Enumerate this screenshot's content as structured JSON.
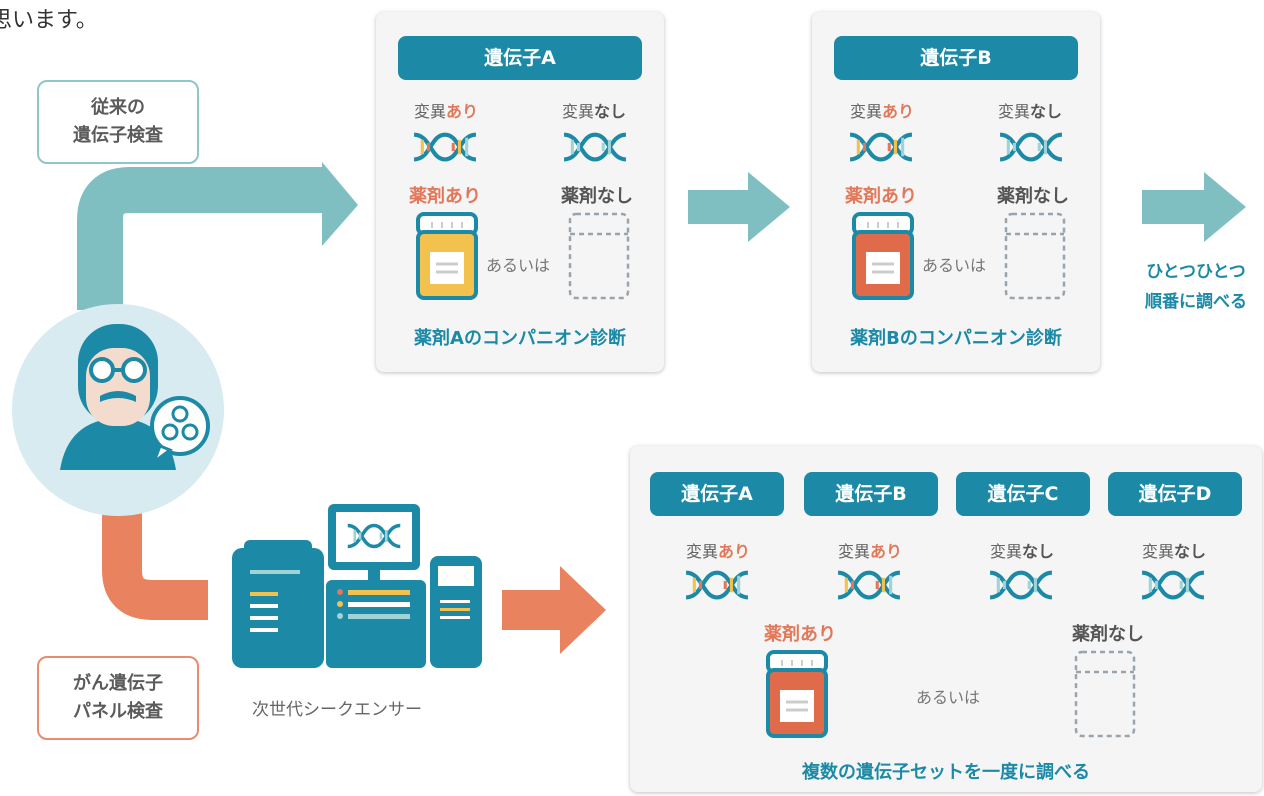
{
  "intro_text": "思います。",
  "traditional_label": [
    "従来の",
    "遺伝子検査"
  ],
  "panel_label": [
    "がん遺伝子",
    "パネル検査"
  ],
  "sequencer_label": "次世代シークエンサー",
  "step_label": [
    "ひとつひとつ",
    "順番に調べる"
  ],
  "card_a": {
    "gene": "遺伝子A",
    "mutation_yes_prefix": "変異",
    "mutation_yes_suffix": "あり",
    "mutation_no_prefix": "変異",
    "mutation_no_suffix": "なし",
    "drug_yes": "薬剤あり",
    "drug_no": "薬剤なし",
    "or_word": "あるいは",
    "caption": "薬剤Aのコンパニオン診断"
  },
  "card_b": {
    "gene": "遺伝子B",
    "mutation_yes_prefix": "変異",
    "mutation_yes_suffix": "あり",
    "mutation_no_prefix": "変異",
    "mutation_no_suffix": "なし",
    "drug_yes": "薬剤あり",
    "drug_no": "薬剤なし",
    "or_word": "あるいは",
    "caption": "薬剤Bのコンパニオン診断"
  },
  "panel_card": {
    "genes": [
      {
        "name": "遺伝子A",
        "mut_prefix": "変異",
        "mut_suffix": "あり",
        "positive": true
      },
      {
        "name": "遺伝子B",
        "mut_prefix": "変異",
        "mut_suffix": "あり",
        "positive": true
      },
      {
        "name": "遺伝子C",
        "mut_prefix": "変異",
        "mut_suffix": "なし",
        "positive": false
      },
      {
        "name": "遺伝子D",
        "mut_prefix": "変異",
        "mut_suffix": "なし",
        "positive": false
      }
    ],
    "drug_yes": "薬剤あり",
    "drug_no": "薬剤なし",
    "or_word": "あるいは",
    "caption": "複数の遺伝子セットを一度に調べる"
  },
  "colors": {
    "teal": "#1c8aa6",
    "teal_arrow": "#7fbfc2",
    "orange": "#e2785a",
    "orange_arrow": "#e8825f",
    "yellow_jar": "#f2c14e",
    "red_jar": "#e06b4a"
  }
}
